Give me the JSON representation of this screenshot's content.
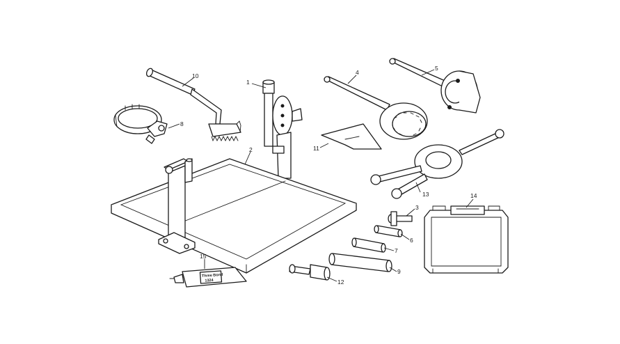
{
  "diagram": {
    "background_color": "#ffffff",
    "line_color": "#1a1a1a",
    "callouts": [
      {
        "id": "1",
        "label": "1"
      },
      {
        "id": "2",
        "label": "2"
      },
      {
        "id": "3",
        "label": "3"
      },
      {
        "id": "4",
        "label": "4"
      },
      {
        "id": "5",
        "label": "5"
      },
      {
        "id": "6",
        "label": "6"
      },
      {
        "id": "7",
        "label": "7"
      },
      {
        "id": "8",
        "label": "8"
      },
      {
        "id": "9",
        "label": "9"
      },
      {
        "id": "10",
        "label": "10"
      },
      {
        "id": "11",
        "label": "11"
      },
      {
        "id": "12",
        "label": "12"
      },
      {
        "id": "13",
        "label": "13"
      },
      {
        "id": "14",
        "label": "14"
      },
      {
        "id": "15",
        "label": "15"
      }
    ],
    "tube_label": {
      "line1": "Three Bond",
      "line2": "1324"
    }
  }
}
